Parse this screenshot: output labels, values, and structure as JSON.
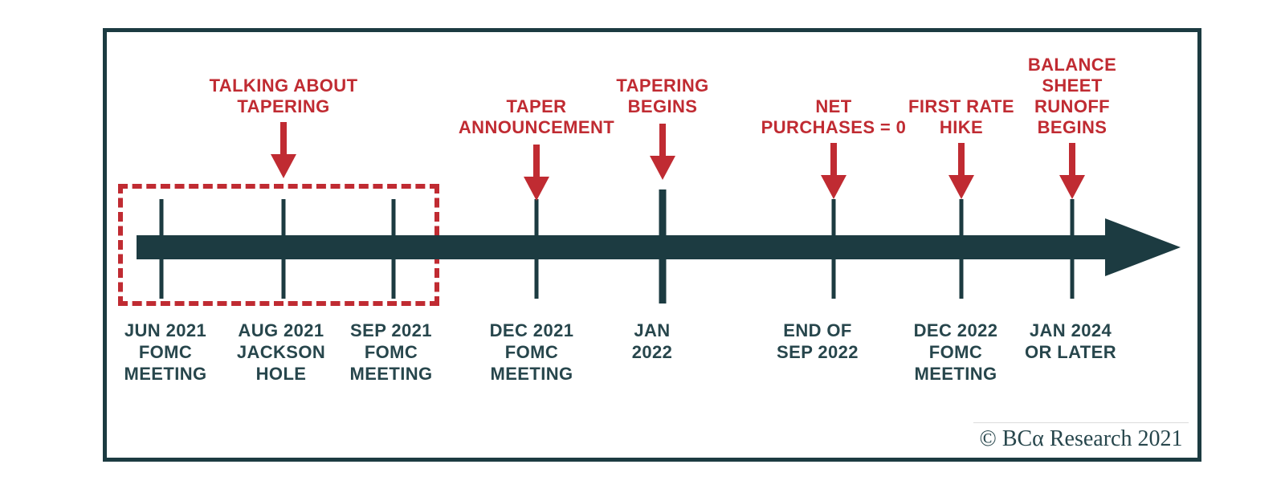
{
  "colors": {
    "teal": "#1c3b41",
    "ink": "#27464c",
    "red": "#c02b32",
    "ruleline": "#dcdcdc"
  },
  "chart_data": {
    "type": "timeline",
    "title": "",
    "direction": "left-to-right",
    "highlight_box_events": [
      "JUN 2021 FOMC MEETING",
      "AUG 2021 JACKSON HOLE",
      "SEP 2021 FOMC MEETING"
    ],
    "milestones": [
      {
        "date": "JUN 2021 FOMC MEETING",
        "event": ""
      },
      {
        "date": "AUG 2021 JACKSON HOLE",
        "event": "TALKING ABOUT TAPERING"
      },
      {
        "date": "SEP 2021 FOMC MEETING",
        "event": ""
      },
      {
        "date": "DEC 2021 FOMC MEETING",
        "event": "TAPER ANNOUNCEMENT"
      },
      {
        "date": "JAN 2022",
        "event": "TAPERING BEGINS"
      },
      {
        "date": "END OF SEP 2022",
        "event": "NET PURCHASES = 0"
      },
      {
        "date": "DEC 2022 FOMC MEETING",
        "event": "FIRST RATE HIKE"
      },
      {
        "date": "JAN 2024 OR LATER",
        "event": "BALANCE SHEET RUNOFF BEGINS"
      }
    ]
  },
  "timeline": {
    "events_above": [
      {
        "label": "TALKING ABOUT\nTAPERING"
      },
      {
        "label": "TAPER\nANNOUNCEMENT"
      },
      {
        "label": "TAPERING\nBEGINS"
      },
      {
        "label": "NET\nPURCHASES = 0"
      },
      {
        "label": "FIRST RATE\nHIKE"
      },
      {
        "label": "BALANCE\nSHEET\nRUNOFF\nBEGINS"
      }
    ],
    "points_below": [
      {
        "label": "JUN 2021\nFOMC\nMEETING"
      },
      {
        "label": "AUG 2021\nJACKSON\nHOLE"
      },
      {
        "label": "SEP 2021\nFOMC\nMEETING"
      },
      {
        "label": "DEC 2021\nFOMC\nMEETING"
      },
      {
        "label": "JAN\n2022"
      },
      {
        "label": "END OF\nSEP 2022"
      },
      {
        "label": "DEC 2022\nFOMC\nMEETING"
      },
      {
        "label": "JAN 2024\nOR LATER"
      }
    ]
  },
  "footer": {
    "copyright": "© BCα Research 2021"
  }
}
